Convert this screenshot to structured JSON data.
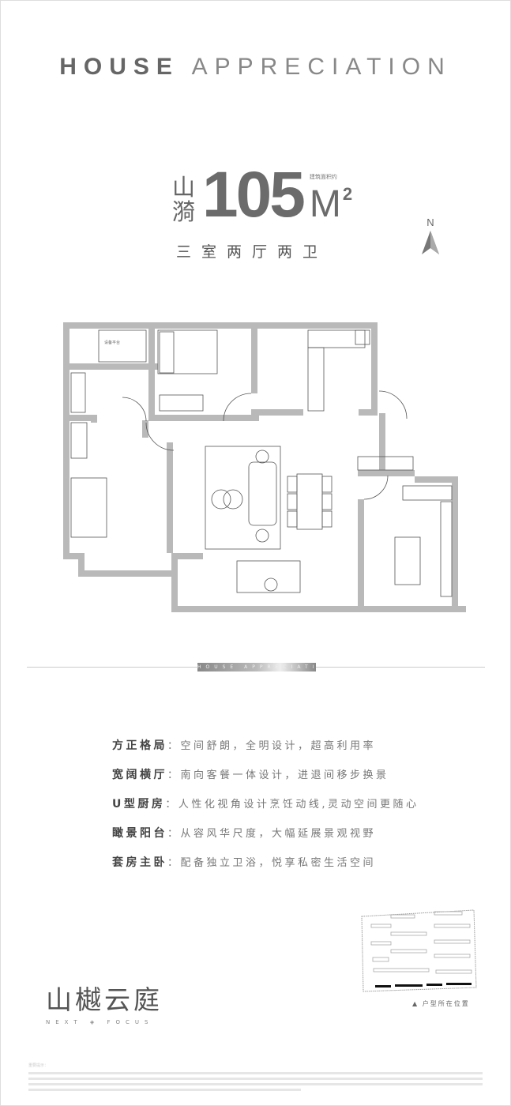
{
  "header": {
    "title_bold": "HOUSE",
    "title_light": "APPRECIATION"
  },
  "unit": {
    "series_name": [
      "山",
      "漪"
    ],
    "area": "105",
    "area_unit": "M",
    "area_unit_sup": "2",
    "area_label": "建筑面积约",
    "layout": "三室两厅两卫",
    "compass": "N"
  },
  "plan": {
    "room_label": "设备平台"
  },
  "divider": {
    "label": "HOUSE APPRECIATION"
  },
  "features": [
    {
      "key": "方正格局",
      "value": "空间舒朗，全明设计，超高利用率"
    },
    {
      "key": "宽阔横厅",
      "value": "南向客餐一体设计，进退间移步换景"
    },
    {
      "key": "U型厨房",
      "value": "人性化视角设计烹饪动线,灵动空间更随心"
    },
    {
      "key": "瞰景阳台",
      "value": "从容风华尺度，大幅延展景观视野"
    },
    {
      "key": "套房主卧",
      "value": "配备独立卫浴，悦享私密生活空间"
    }
  ],
  "brand": {
    "name": "山樾云庭",
    "tagline": "NEXT ◈ FOCUS"
  },
  "location": {
    "label": "▲ 户型所在位置"
  },
  "disclaimer": {
    "lead": "重要提示："
  },
  "colors": {
    "wall": "#b9b9b9",
    "text": "#555555"
  }
}
